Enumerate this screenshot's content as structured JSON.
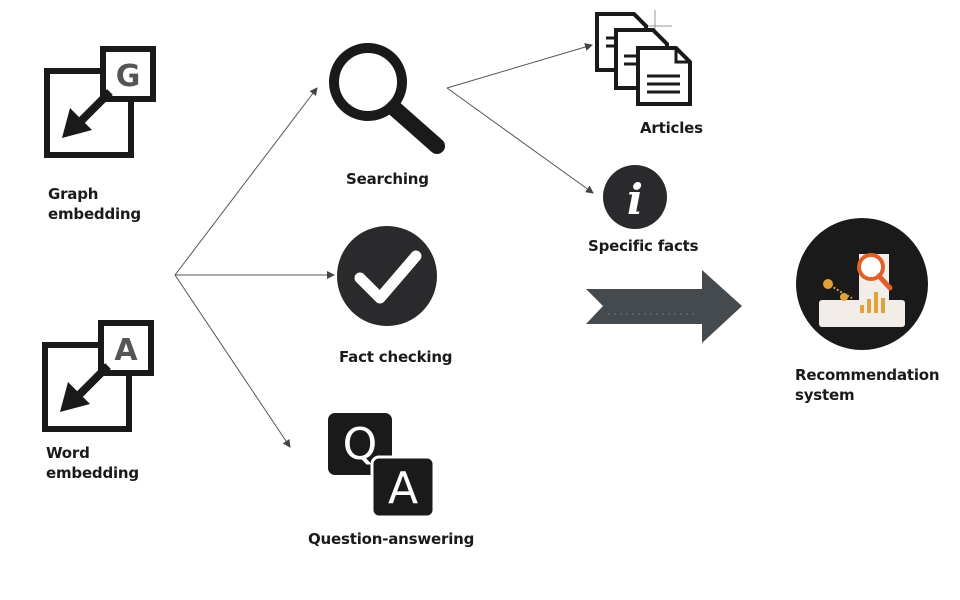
{
  "inputs": {
    "graph": {
      "glyph": "G",
      "label_line1": "Graph",
      "label_line2": "embedding"
    },
    "word": {
      "glyph": "A",
      "label_line1": "Word",
      "label_line2": "embedding"
    }
  },
  "tasks": {
    "searching": {
      "label": "Searching"
    },
    "fact_checking": {
      "label": "Fact checking"
    },
    "qa": {
      "label": "Question-answering",
      "q_glyph": "Q",
      "a_glyph": "A"
    }
  },
  "outputs": {
    "articles": {
      "label": "Articles"
    },
    "facts": {
      "label": "Specific facts",
      "glyph": "i"
    }
  },
  "result": {
    "label_line1": "Recommendation",
    "label_line2": "system"
  },
  "colors": {
    "ink": "#1a1a1a",
    "arrow_gray": "#454a4f",
    "accent": "#e0602a",
    "gold": "#e0a23a"
  }
}
